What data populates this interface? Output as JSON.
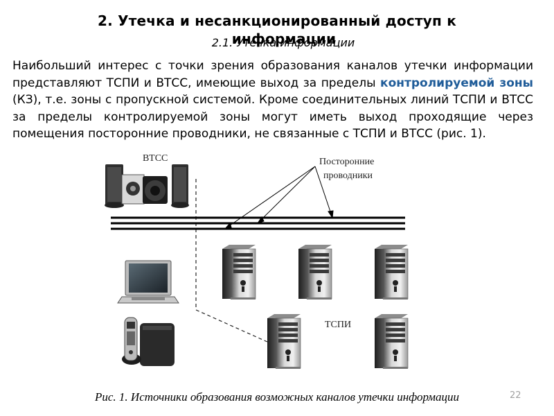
{
  "slide": {
    "title_line1": "2. Утечка и несанкционированный доступ к",
    "title_line2": "информации",
    "subtitle": "2.1. Утечка информации",
    "paragraph": {
      "part1": "Наибольший интерес с точки зрения образования каналов утечки информации представляют ТСПИ и ВТСС, имеющие выход за пределы ",
      "highlight": "контролируемой зоны",
      "part2": " (КЗ), т.е. зоны с пропускной системой. Кроме соединительных линий ТСПИ и ВТСС за пределы контролируемой зоны могут иметь выход проходящие через помещения посторонние проводники, не связанные с ТСПИ и ВТСС (рис. 1)."
    },
    "caption": "Рис. 1. Источники образования возможных каналов утечки информации",
    "page_number": "22"
  },
  "figure": {
    "label_vtss": "ВТСС",
    "label_foreign_line1": "Посторонние",
    "label_foreign_line2": "проводники",
    "label_tspi": "ТСПИ",
    "highlight_color": "#1f5c99"
  }
}
